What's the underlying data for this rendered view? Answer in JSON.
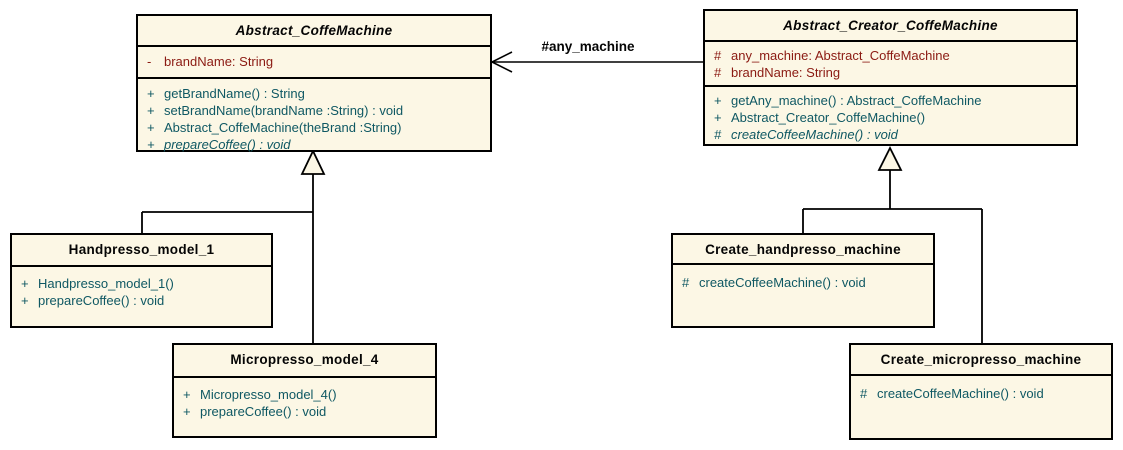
{
  "colors": {
    "class_fill": "#FCF7E5",
    "class_border": "#000000",
    "attribute_text": "#8B1A12",
    "method_text": "#0F5863",
    "title_text": "#050505",
    "background": "#FFFFFF"
  },
  "association": {
    "label": "#any_machine"
  },
  "classes": [
    {
      "name": "Abstract_CoffeMachine",
      "abstract": true,
      "attributes": [
        {
          "vis": "-",
          "text": "brandName: String"
        }
      ],
      "methods": [
        {
          "vis": "+",
          "text": "getBrandName() : String"
        },
        {
          "vis": "+",
          "text": "setBrandName(brandName :String) : void"
        },
        {
          "vis": "+",
          "text": "Abstract_CoffeMachine(theBrand :String)"
        },
        {
          "vis": "+",
          "text": "prepareCoffee() : void",
          "abstract": true
        }
      ]
    },
    {
      "name": "Abstract_Creator_CoffeMachine",
      "abstract": true,
      "attributes": [
        {
          "vis": "#",
          "text": "any_machine: Abstract_CoffeMachine"
        },
        {
          "vis": "#",
          "text": "brandName: String"
        }
      ],
      "methods": [
        {
          "vis": "+",
          "text": "getAny_machine() : Abstract_CoffeMachine"
        },
        {
          "vis": "+",
          "text": "Abstract_Creator_CoffeMachine()"
        },
        {
          "vis": "#",
          "text": "createCoffeeMachine() : void",
          "abstract": true
        }
      ]
    },
    {
      "name": "Handpresso_model_1",
      "abstract": false,
      "attributes": [],
      "methods": [
        {
          "vis": "+",
          "text": "Handpresso_model_1()"
        },
        {
          "vis": "+",
          "text": "prepareCoffee() : void"
        }
      ]
    },
    {
      "name": "Micropresso_model_4",
      "abstract": false,
      "attributes": [],
      "methods": [
        {
          "vis": "+",
          "text": "Micropresso_model_4()"
        },
        {
          "vis": "+",
          "text": "prepareCoffee() : void"
        }
      ]
    },
    {
      "name": "Create_handpresso_machine",
      "abstract": false,
      "attributes": [],
      "methods": [
        {
          "vis": "#",
          "text": "createCoffeeMachine() : void"
        }
      ]
    },
    {
      "name": "Create_micropresso_machine",
      "abstract": false,
      "attributes": [],
      "methods": [
        {
          "vis": "#",
          "text": "createCoffeeMachine() : void"
        }
      ]
    }
  ]
}
